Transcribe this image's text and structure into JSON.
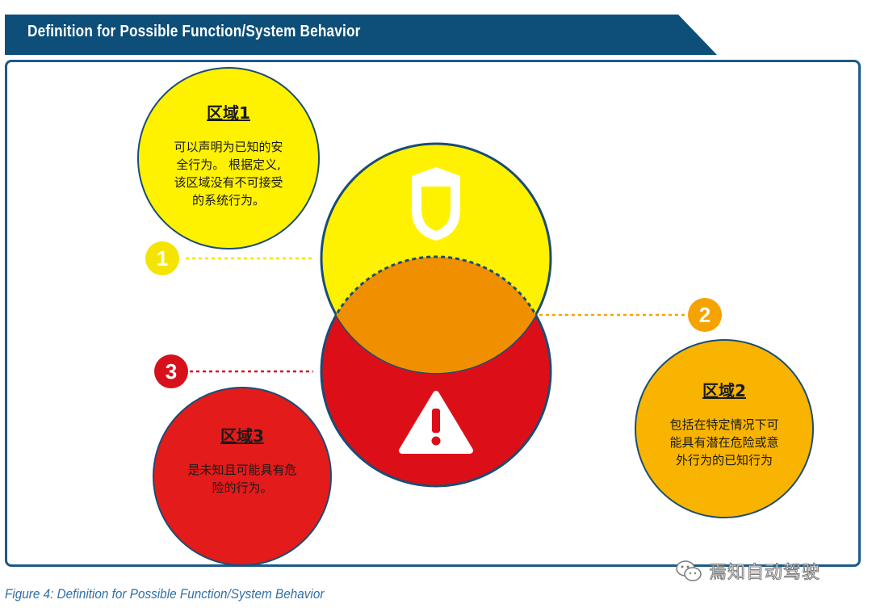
{
  "header": {
    "title": "Definition for Possible Function/System Behavior"
  },
  "colors": {
    "header_bg": "#0e4f7a",
    "frame": "#1b5a89",
    "zone1": "#fff200",
    "zone2": "#f8b400",
    "zone3": "#e31b1b",
    "overlap": "#f09000",
    "circle_bottom": "#dc0f18",
    "marker1": "#f5e400",
    "marker2": "#f5a300",
    "marker3": "#d6111b"
  },
  "zones": [
    {
      "id": 1,
      "marker": "1",
      "title": "区域1",
      "body": [
        "可以声明为已知的安",
        "全行为。 根据定义,",
        "该区域没有不可接受",
        "的系统行为。"
      ]
    },
    {
      "id": 2,
      "marker": "2",
      "title": "区域2",
      "body": [
        "包括在特定情况下可",
        "能具有潜在危险或意",
        "外行为的已知行为"
      ]
    },
    {
      "id": 3,
      "marker": "3",
      "title": "区域3",
      "body": [
        "是未知且可能具有危",
        "险的行为。"
      ]
    }
  ],
  "icons": {
    "top_circle": "shield-icon",
    "bottom_circle": "warning-icon"
  },
  "caption": "Figure 4: Definition for Possible Function/System Behavior",
  "watermark": "焉知自动驾驶"
}
